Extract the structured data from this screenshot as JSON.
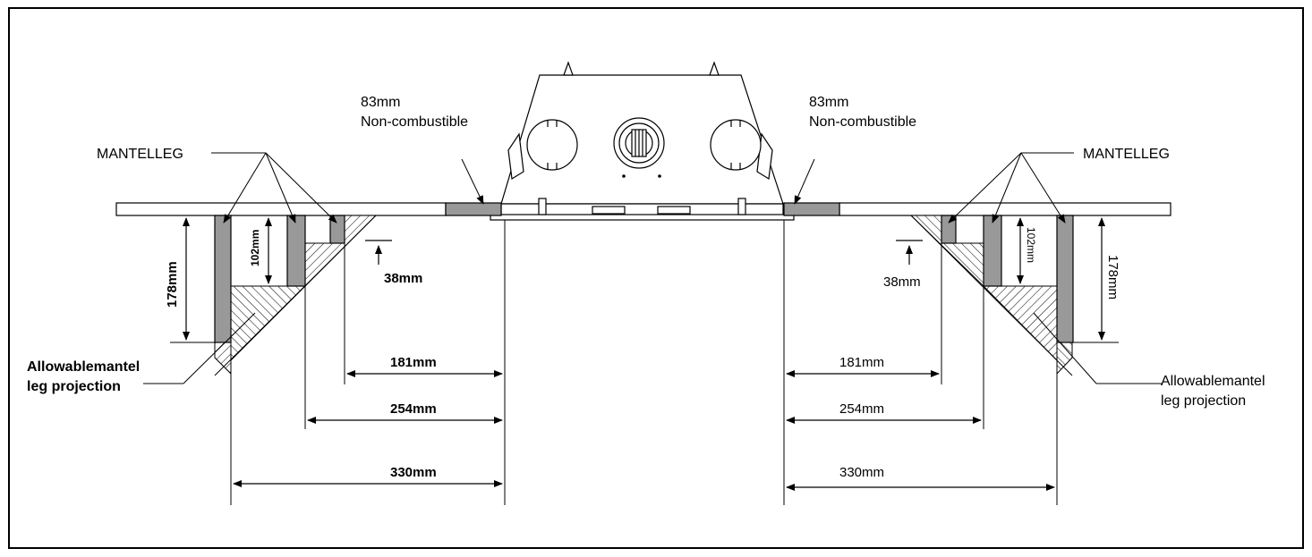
{
  "labels": {
    "mantelleg_left": "MANTELLEG",
    "mantelleg_right": "MANTELLEG",
    "noncomb_left_1": "83mm",
    "noncomb_left_2": "Non-combustible",
    "noncomb_right_1": "83mm",
    "noncomb_right_2": "Non-combustible",
    "allow_left_1": "Allowablemantel",
    "allow_left_2": "leg projection",
    "allow_right_1": "Allowablemantel",
    "allow_right_2": "leg projection"
  },
  "dimensions": {
    "left": {
      "h178": "178mm",
      "h102": "102mm",
      "d38": "38mm",
      "d181": "181mm",
      "d254": "254mm",
      "d330": "330mm"
    },
    "right": {
      "h178": "178mm",
      "h102": "102mm",
      "d38": "38mm",
      "d181": "181mm",
      "d254": "254mm",
      "d330": "330mm"
    }
  },
  "colors": {
    "line": "#000000",
    "fill_gray": "#999999",
    "fill_dark": "#777777"
  }
}
